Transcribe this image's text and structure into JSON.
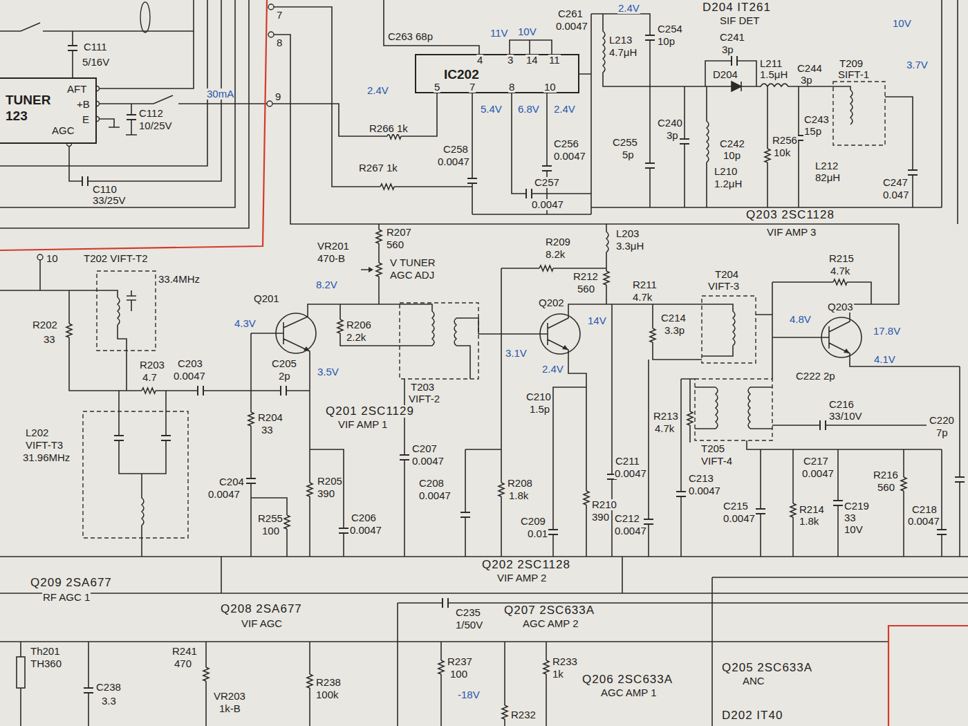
{
  "diagram": {
    "nodes": [
      {
        "text": [
          "TUNER 123"
        ]
      },
      {
        "text": [
          "IC202"
        ]
      }
    ],
    "labels": [
      "C111",
      "5/16V",
      "AFT",
      "+B",
      "E",
      "AGC",
      "C112",
      "10/25V",
      "30mA",
      "7",
      "8",
      "9",
      "C110",
      "33/25V",
      "10",
      "C263",
      "68p",
      "C261",
      "0.0047",
      "2.4V",
      "D204 IT261",
      "SIF DET",
      "11V",
      "10V",
      "4",
      "3",
      "14",
      "11",
      "5",
      "7",
      "8",
      "10",
      "2.4V",
      "5.4V",
      "6.8V",
      "2.4V",
      "L213",
      "4.7μH",
      "C254",
      "10p",
      "C241",
      "3p",
      "D204",
      "L211",
      "1.5μH",
      "C244",
      "3p",
      "T209",
      "SIFT-1",
      "10V",
      "3.7V",
      "R266 1k",
      "R267 1k",
      "C258",
      "0.0047",
      "C256",
      "0.0047",
      "C257",
      "0.0047",
      "C255",
      "5p",
      "C240",
      "3p",
      "C242",
      "10p",
      "R256",
      "10k",
      "C243",
      "15p",
      "L212",
      "82μH",
      "L210",
      "1.2μH",
      "C247",
      "0.047",
      "Q203 2SC1128",
      "VIF AMP 3",
      "R207",
      "560",
      "VR201",
      "470-B",
      "V TUNER",
      "AGC ADJ",
      "T202 VIFT-T2",
      "33.4MHz",
      "R209",
      "8.2k",
      "L203",
      "3.3μH",
      "R212",
      "560",
      "R211",
      "4.7k",
      "T204",
      "VIFT-3",
      "R215",
      "4.7k",
      "Q201",
      "8.2V",
      "4.3V",
      "3.5V",
      "R206",
      "2.2k",
      "Q202",
      "14V",
      "3.1V",
      "2.4V",
      "C214",
      "3.3p",
      "4.8V",
      "Q203",
      "17.8V",
      "4.1V",
      "C222 2p",
      "R202",
      "33",
      "R203",
      "4.7",
      "C203",
      "0.0047",
      "C205",
      "2p",
      "T203",
      "VIFT-2",
      "C210",
      "1.5p",
      "R213",
      "4.7k",
      "T205",
      "VIFT-4",
      "C216",
      "33/10V",
      "L202",
      "VIFT-T3",
      "31.96MHz",
      "R204",
      "33",
      "Q201 2SC1129",
      "VIF AMP 1",
      "C207",
      "0.0047",
      "C204",
      "0.0047",
      "R255",
      "100",
      "R205",
      "390",
      "C206",
      "0.0047",
      "C208",
      "0.0047",
      "R208",
      "1.8k",
      "C209",
      "0.01",
      "R210",
      "390",
      "C211",
      "0.0047",
      "C212",
      "0.0047",
      "C213",
      "0.0047",
      "C215",
      "0.0047",
      "C217",
      "0.0047",
      "R214",
      "1.8k",
      "C219",
      "33",
      "10V",
      "R216",
      "560",
      "C218",
      "0.0047",
      "C220",
      "7p",
      "Q202 2SC1128",
      "VIF AMP 2",
      "Q209 2SA677",
      "RF AGC 1",
      "Q208 2SA677",
      "VIF AGC",
      "C235",
      "1/50V",
      "Q207 2SC633A",
      "AGC AMP 2",
      "Th201",
      "TH360",
      "R241",
      "470",
      "C238",
      "3.3",
      "R238",
      "100k",
      "VR203",
      "1k-B",
      "R237",
      "100",
      "R233",
      "1k",
      "Q206 2SC633A",
      "AGC AMP 1",
      "Q205 2SC633A",
      "ANC",
      "D202 IT40",
      "-18V",
      "R232"
    ]
  }
}
